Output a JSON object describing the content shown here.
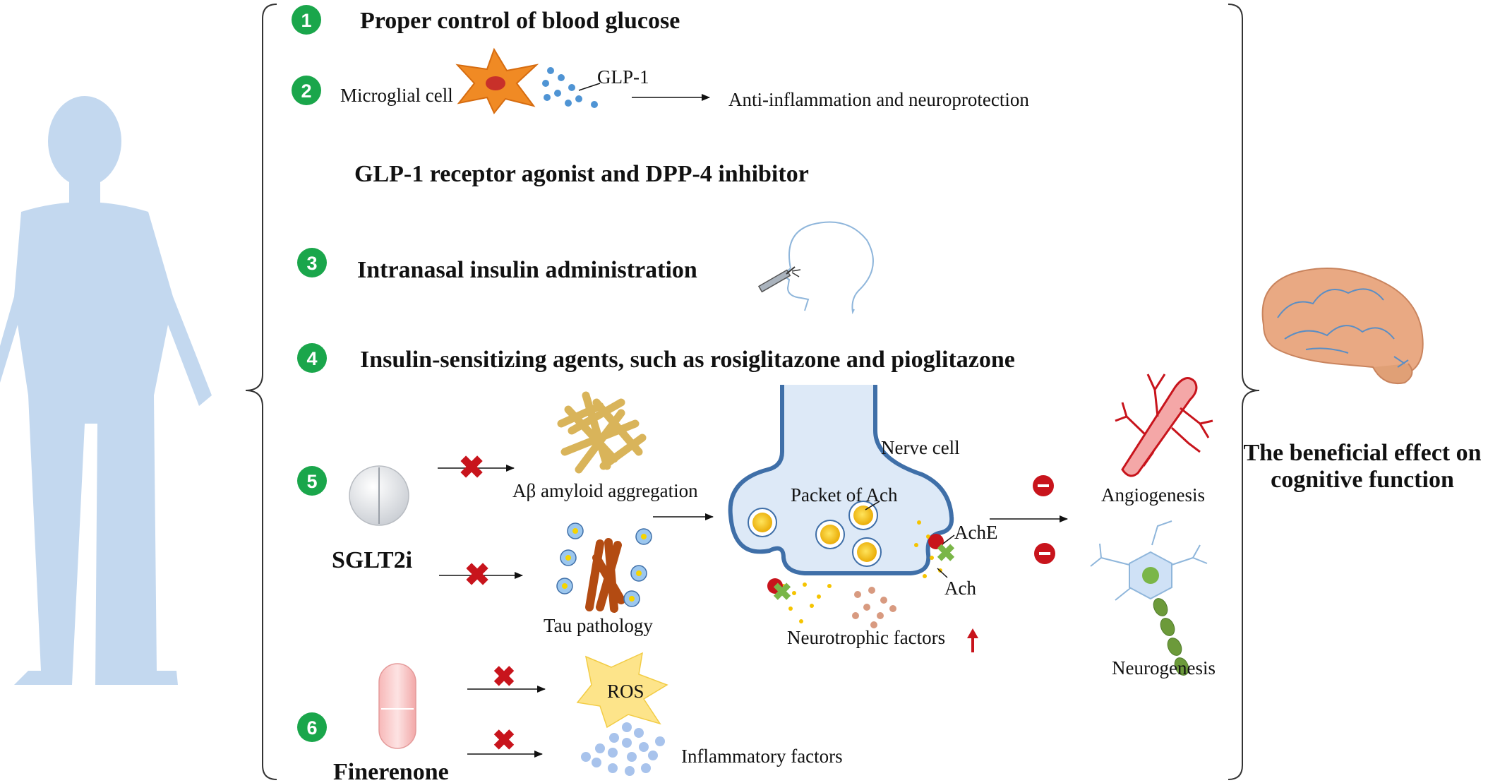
{
  "steps": [
    {
      "number": "1",
      "heading": "Proper control of blood glucose"
    },
    {
      "number": "2",
      "cell_label": "Microglial cell",
      "molecule_label": "GLP-1",
      "effect": "Anti-inflammation and  neuroprotection",
      "drug_heading": "GLP-1 receptor agonist and DPP-4 inhibitor"
    },
    {
      "number": "3",
      "heading": "Intranasal insulin administration"
    },
    {
      "number": "4",
      "heading": "Insulin-sensitizing agents, such as rosiglitazone and pioglitazone"
    },
    {
      "number": "5",
      "drug": "SGLT2i",
      "targets": [
        "Aβ amyloid aggregation",
        "Tau pathology"
      ]
    },
    {
      "number": "6",
      "drug": "Finerenone",
      "targets": [
        "ROS",
        "Inflammatory factors"
      ]
    }
  ],
  "synapse": {
    "nerve_cell": "Nerve cell",
    "packet": "Packet of Ach",
    "enzyme": "AchE",
    "transmitter": "Ach",
    "neurotrophic": "Neurotrophic factors"
  },
  "outcomes": [
    "Angiogenesis",
    "Neurogenesis"
  ],
  "result": {
    "line1": "The beneficial effect on",
    "line2": "cognitive function"
  },
  "colors": {
    "step_badge": "#1aa64b",
    "silhouette": "#c3d8ef",
    "inhibit_x": "#c8141c",
    "synapse_fill": "#dde9f7",
    "synapse_stroke": "#3f6fa8",
    "vesicle": "#f5c400"
  },
  "icons": [
    "person-silhouette-icon",
    "microglia-icon",
    "head-profile-icon",
    "nasal-spray-icon",
    "tablet-icon",
    "capsule-icon",
    "amyloid-icon",
    "tau-icon",
    "ros-icon",
    "blood-vessel-icon",
    "neuron-icon",
    "brain-icon"
  ]
}
